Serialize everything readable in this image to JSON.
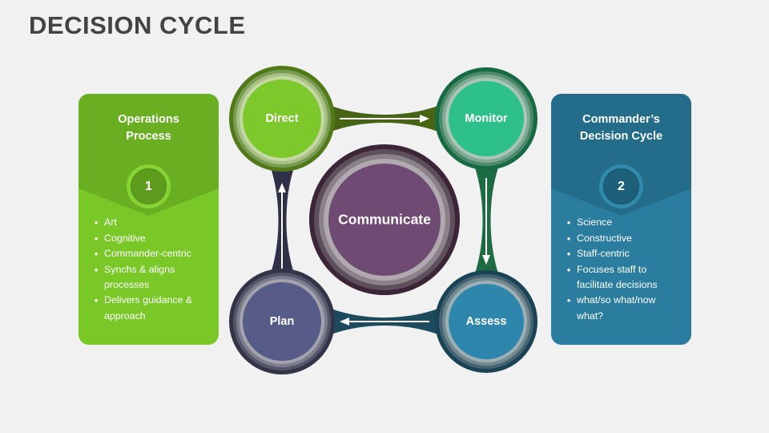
{
  "page": {
    "title": "DECISION CYCLE",
    "background": "#f1f1f1",
    "title_color": "#434343"
  },
  "panels": {
    "left": {
      "name": "operations-process",
      "heading_line1": "Operations",
      "heading_line2": "Process",
      "number": "1",
      "color": "#7ac828",
      "header_color": "#6aae22",
      "badge_color": "#5e9c1e",
      "badge_ring_color": "#86d434",
      "bullets": [
        "Art",
        "Cognitive",
        "Commander-centric",
        "Synchs & aligns processes",
        "Delivers guidance & approach"
      ]
    },
    "right": {
      "name": "commanders-decision-cycle",
      "heading_line1": "Commander’s",
      "heading_line2": "Decision Cycle",
      "number": "2",
      "color": "#2a7d9e",
      "header_color": "#236d8a",
      "badge_color": "#1e5f79",
      "badge_ring_color": "#2f8aab",
      "bullets": [
        "Science",
        "Constructive",
        "Staff-centric",
        "Focuses staff to facilitate decisions",
        "what/so what/now what?"
      ]
    }
  },
  "diagram": {
    "center_node": {
      "label": "Communicate",
      "color": "#6f4a72"
    },
    "nodes": [
      {
        "id": "direct",
        "label": "Direct",
        "color": "#7dc82a"
      },
      {
        "id": "monitor",
        "label": "Monitor",
        "color": "#2ec08a"
      },
      {
        "id": "plan",
        "label": "Plan",
        "color": "#575b88"
      },
      {
        "id": "assess",
        "label": "Assess",
        "color": "#2e86ad"
      }
    ],
    "connectors": [
      {
        "id": "direct-to-monitor",
        "from": "direct",
        "to": "monitor",
        "direction": "right",
        "color": "#476414"
      },
      {
        "id": "monitor-to-assess",
        "from": "monitor",
        "to": "assess",
        "direction": "down",
        "color": "#1d6b42"
      },
      {
        "id": "assess-to-plan",
        "from": "assess",
        "to": "plan",
        "direction": "left",
        "color": "#1d4a5c"
      },
      {
        "id": "plan-to-direct",
        "from": "plan",
        "to": "direct",
        "direction": "up",
        "color": "#2f3047"
      }
    ]
  }
}
